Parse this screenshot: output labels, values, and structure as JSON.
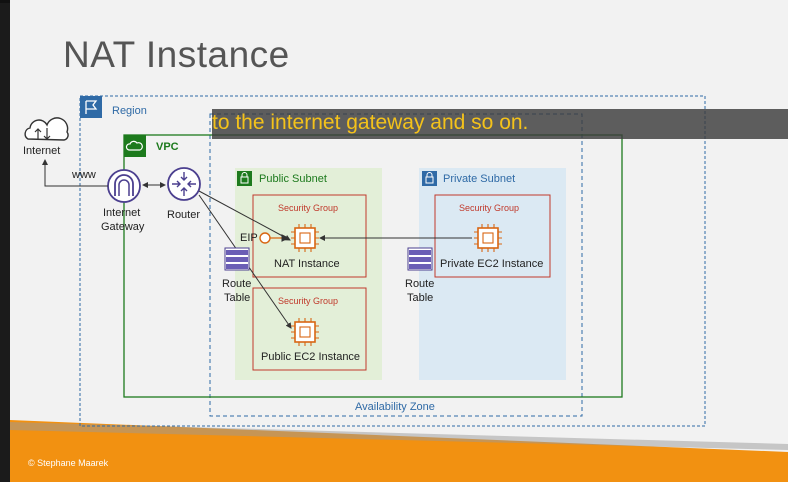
{
  "slide": {
    "title": "NAT Instance",
    "caption": "to the internet gateway and so on.",
    "copyright": "© Stephane Maarek"
  },
  "diagram": {
    "region_label": "Region",
    "vpc_label": "VPC",
    "internet_label": "Internet",
    "www_label": "www",
    "igw_label_line1": "Internet",
    "igw_label_line2": "Gateway",
    "router_label": "Router",
    "public_subnet_label": "Public Subnet",
    "private_subnet_label": "Private Subnet",
    "security_group_label": "Security Group",
    "eip_label": "EIP",
    "nat_instance_label": "NAT Instance",
    "public_ec2_label": "Public EC2 Instance",
    "private_ec2_label": "Private EC2 Instance",
    "route_label": "Route",
    "table_label": "Table",
    "az_label": "Availability Zone",
    "colors": {
      "region_border": "#2f6aa6",
      "vpc_border": "#1d7a1d",
      "public_subnet_fill": "#e3efd8",
      "private_subnet_fill": "#dbe9f3",
      "security_group_border": "#c0392b",
      "ec2_orange": "#d86613",
      "caption_text": "#f4c21a",
      "footer_orange": "#f29111"
    }
  }
}
